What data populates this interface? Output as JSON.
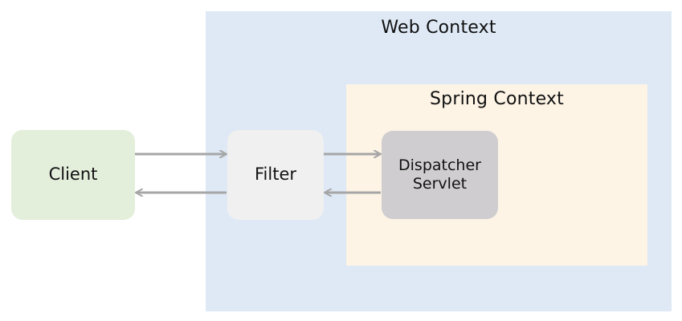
{
  "colors": {
    "web_context_fill": "#dee9f5",
    "spring_context_fill": "#fdf4e6",
    "client_fill": "#e3eedb",
    "filter_fill": "#f0f0f0",
    "dispatcher_fill": "#cfcdcf",
    "arrow_color": "#a6a6a6"
  },
  "web_context": {
    "title": "Web Context"
  },
  "spring_context": {
    "title": "Spring Context"
  },
  "nodes": {
    "client": "Client",
    "filter": "Filter",
    "dispatcher_servlet": "Dispatcher\nServlet"
  },
  "arrows": [
    {
      "from": "client",
      "to": "filter",
      "direction": "request"
    },
    {
      "from": "filter",
      "to": "client",
      "direction": "response"
    },
    {
      "from": "filter",
      "to": "dispatcher_servlet",
      "direction": "request"
    },
    {
      "from": "dispatcher_servlet",
      "to": "filter",
      "direction": "response"
    }
  ]
}
